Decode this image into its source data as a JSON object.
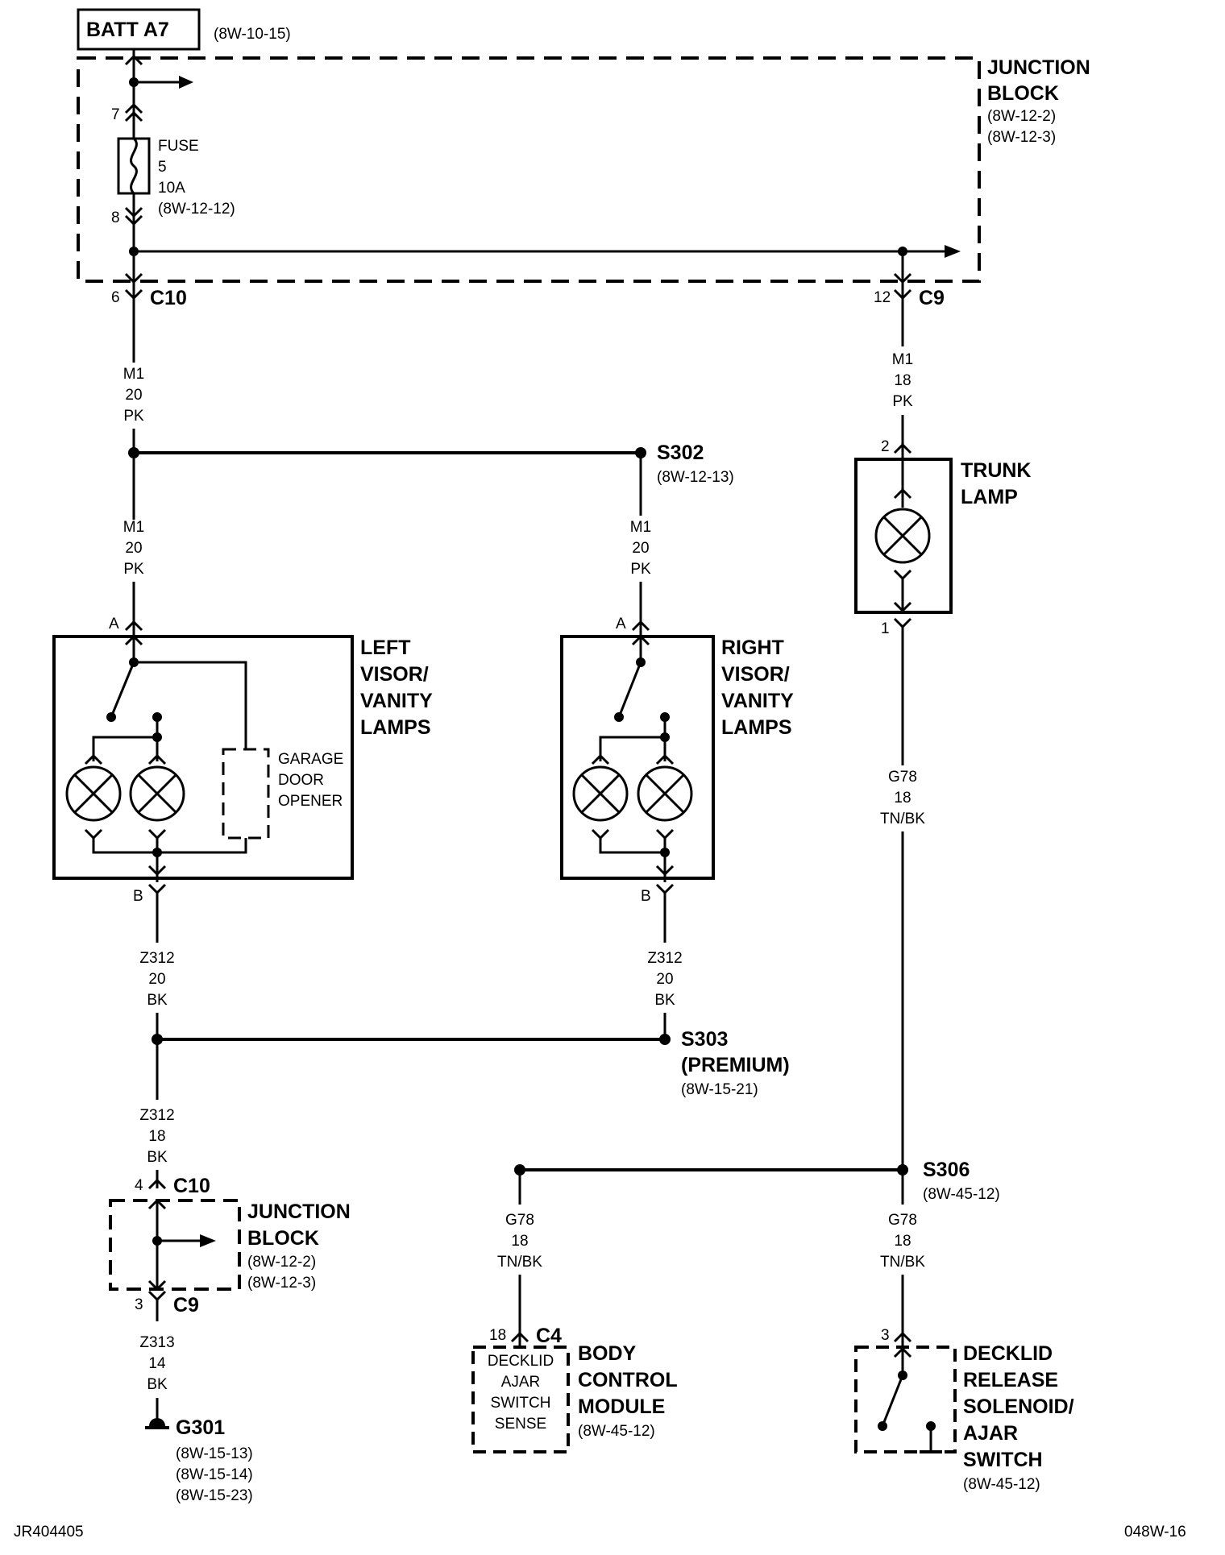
{
  "header": {
    "batt_label": "BATT A7",
    "batt_ref": "(8W-10-15)"
  },
  "junction_block_top": {
    "title_1": "JUNCTION",
    "title_2": "BLOCK",
    "ref_1": "(8W-12-2)",
    "ref_2": "(8W-12-3)",
    "fuse_pin_in": "7",
    "fuse_pin_out": "8",
    "fuse_label": "FUSE",
    "fuse_number": "5",
    "fuse_rating": "10A",
    "fuse_ref": "(8W-12-12)",
    "left_connector": {
      "pin": "6",
      "name": "C10"
    },
    "right_connector": {
      "pin": "12",
      "name": "C9"
    }
  },
  "wires": {
    "m1_top_left": [
      "M1",
      "20",
      "PK"
    ],
    "m1_trunk": [
      "M1",
      "18",
      "PK"
    ],
    "m1_left_visor": [
      "M1",
      "20",
      "PK"
    ],
    "m1_right_visor": [
      "M1",
      "20",
      "PK"
    ],
    "g78_upper": [
      "G78",
      "18",
      "TN/BK"
    ],
    "z312_left": [
      "Z312",
      "20",
      "BK"
    ],
    "z312_right": [
      "Z312",
      "20",
      "BK"
    ],
    "z312_lower": [
      "Z312",
      "18",
      "BK"
    ],
    "z313": [
      "Z313",
      "14",
      "BK"
    ],
    "g78_bcm": [
      "G78",
      "18",
      "TN/BK"
    ],
    "g78_decklid": [
      "G78",
      "18",
      "TN/BK"
    ]
  },
  "splices": {
    "s302": {
      "name": "S302",
      "ref": "(8W-12-13)"
    },
    "s303": {
      "name": "S303",
      "qualifier": "(PREMIUM)",
      "ref": "(8W-15-21)"
    },
    "s306": {
      "name": "S306",
      "ref": "(8W-45-12)"
    }
  },
  "trunk_lamp": {
    "title_1": "TRUNK",
    "title_2": "LAMP",
    "pin_top": "2",
    "pin_bottom": "1"
  },
  "left_visor": {
    "title_1": "LEFT",
    "title_2": "VISOR/",
    "title_3": "VANITY",
    "title_4": "LAMPS",
    "pin_top": "A",
    "pin_bottom": "B",
    "garage_1": "GARAGE",
    "garage_2": "DOOR",
    "garage_3": "OPENER"
  },
  "right_visor": {
    "title_1": "RIGHT",
    "title_2": "VISOR/",
    "title_3": "VANITY",
    "title_4": "LAMPS",
    "pin_top": "A",
    "pin_bottom": "B"
  },
  "junction_block_bottom": {
    "title_1": "JUNCTION",
    "title_2": "BLOCK",
    "ref_1": "(8W-12-2)",
    "ref_2": "(8W-12-3)",
    "top_connector": {
      "pin": "4",
      "name": "C10"
    },
    "bottom_connector": {
      "pin": "3",
      "name": "C9"
    }
  },
  "ground": {
    "name": "G301",
    "refs": [
      "(8W-15-13)",
      "(8W-15-14)",
      "(8W-15-23)"
    ]
  },
  "bcm": {
    "connector_pin": "18",
    "connector_name": "C4",
    "inner": [
      "DECKLID",
      "AJAR",
      "SWITCH",
      "SENSE"
    ],
    "title_1": "BODY",
    "title_2": "CONTROL",
    "title_3": "MODULE",
    "ref": "(8W-45-12)"
  },
  "decklid_switch": {
    "pin": "3",
    "title_1": "DECKLID",
    "title_2": "RELEASE",
    "title_3": "SOLENOID/",
    "title_4": "AJAR",
    "title_5": "SWITCH",
    "ref": "(8W-45-12)"
  },
  "footer": {
    "left": "JR404405",
    "right": "048W-16"
  }
}
